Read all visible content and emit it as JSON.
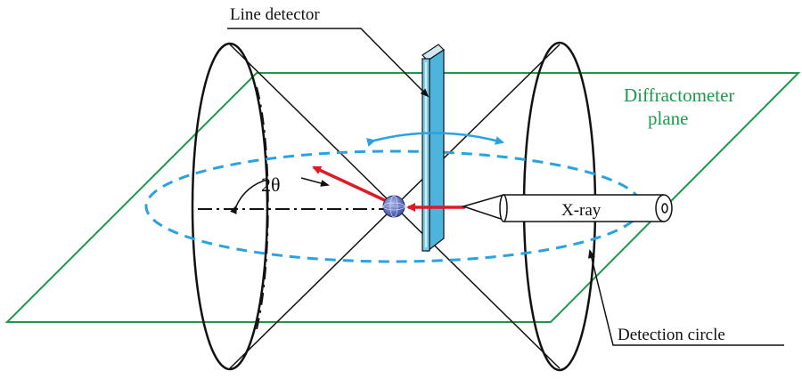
{
  "labels": {
    "line_detector": "Line detector",
    "diffractometer_line1": "Diffractometer",
    "diffractometer_line2": "plane",
    "two_theta": "2θ",
    "xray": "X-ray",
    "detection_circle": "Detection circle"
  },
  "colors": {
    "plane": "#1a9a4a",
    "dashed_circle": "#29a3e0",
    "detector_fill": "#7fd0f0",
    "diffracted_beam": "#e01a25",
    "outline": "#111111"
  },
  "icons": {
    "sample": "sphere-icon",
    "xray_tube": "tube-icon",
    "rotation": "double-arrow-icon"
  }
}
